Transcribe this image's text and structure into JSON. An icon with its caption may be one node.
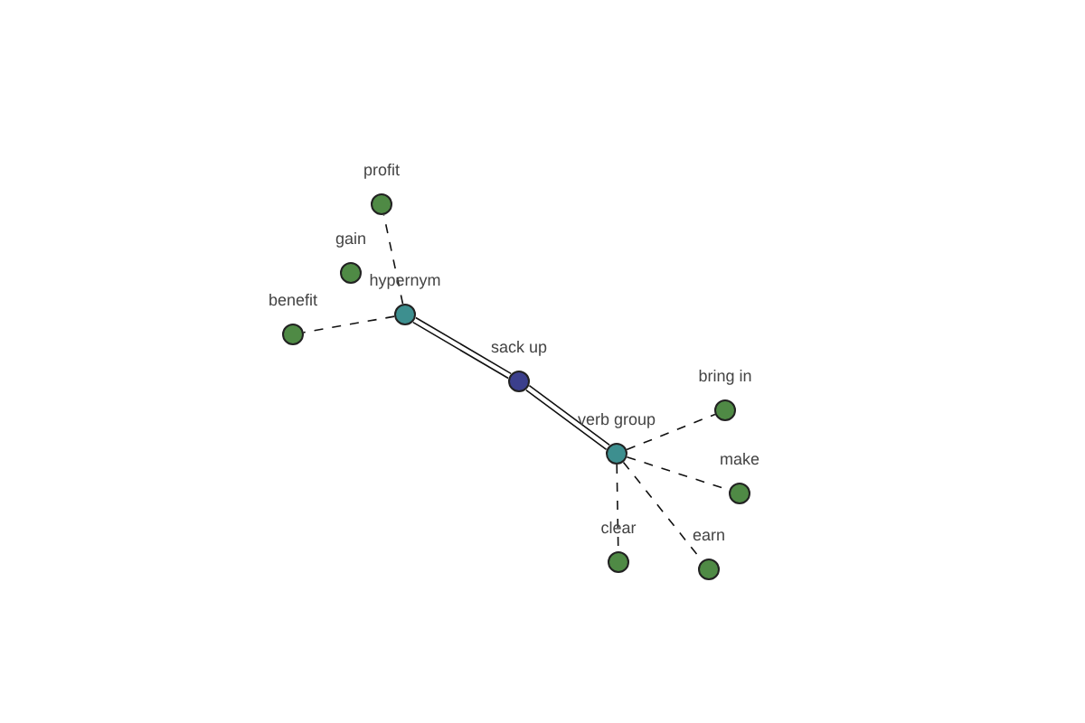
{
  "diagram": {
    "nodes": [
      {
        "text": [
          "profit"
        ]
      },
      {
        "text": [
          "gain"
        ]
      },
      {
        "text": [
          "hypernym"
        ]
      },
      {
        "text": [
          "benefit"
        ]
      },
      {
        "text": [
          "sack up"
        ]
      },
      {
        "text": [
          "verb group"
        ]
      },
      {
        "text": [
          "bring in"
        ]
      },
      {
        "text": [
          "make"
        ]
      },
      {
        "text": [
          "clear"
        ]
      },
      {
        "text": [
          "earn"
        ]
      }
    ],
    "edges": [
      {
        "from": 2,
        "to": 0,
        "arrow": "none",
        "style": "dashed"
      },
      {
        "from": 2,
        "to": 3,
        "arrow": "none",
        "style": "dashed"
      },
      {
        "from": 4,
        "to": 2,
        "arrow": "none"
      },
      {
        "from": 4,
        "to": 5,
        "arrow": "none"
      },
      {
        "from": 5,
        "to": 6,
        "arrow": "none",
        "style": "dashed"
      },
      {
        "from": 5,
        "to": 7,
        "arrow": "none",
        "style": "dashed"
      },
      {
        "from": 5,
        "to": 8,
        "arrow": "none",
        "style": "dashed"
      },
      {
        "from": 5,
        "to": 9,
        "arrow": "none",
        "style": "dashed"
      }
    ]
  }
}
